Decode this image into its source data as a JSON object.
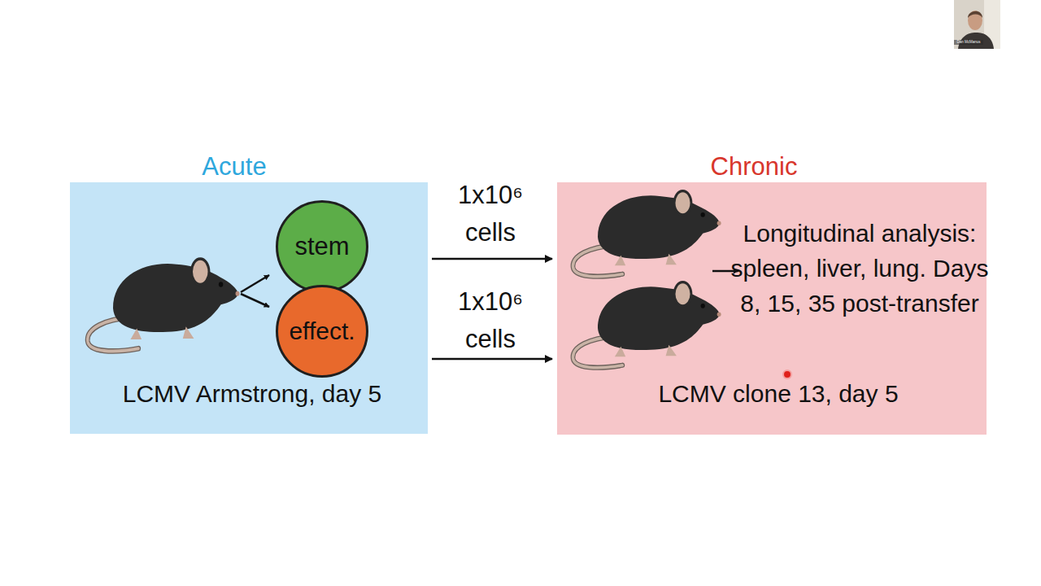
{
  "diagram": {
    "nodes": [
      {
        "text": [
          "Acute",
          "LCMV Armstrong, day 5"
        ]
      },
      {
        "text": [
          "stem"
        ],
        "in": 0
      },
      {
        "text": [
          "effect."
        ],
        "in": 0
      },
      {
        "text": [
          "Chronic",
          "Longitudinal analysis: spleen, liver, lung. Days 8, 15, 35 post-transfer",
          "LCMV clone 13, day 5"
        ]
      }
    ],
    "edges": [
      {
        "from": 0,
        "to": 3,
        "label": "1x10⁶ cells",
        "arrow": "to"
      },
      {
        "from": 0,
        "to": 3,
        "label": "1x10⁶ cells",
        "arrow": "to"
      }
    ],
    "labels": [
      "Dan McManus"
    ]
  }
}
